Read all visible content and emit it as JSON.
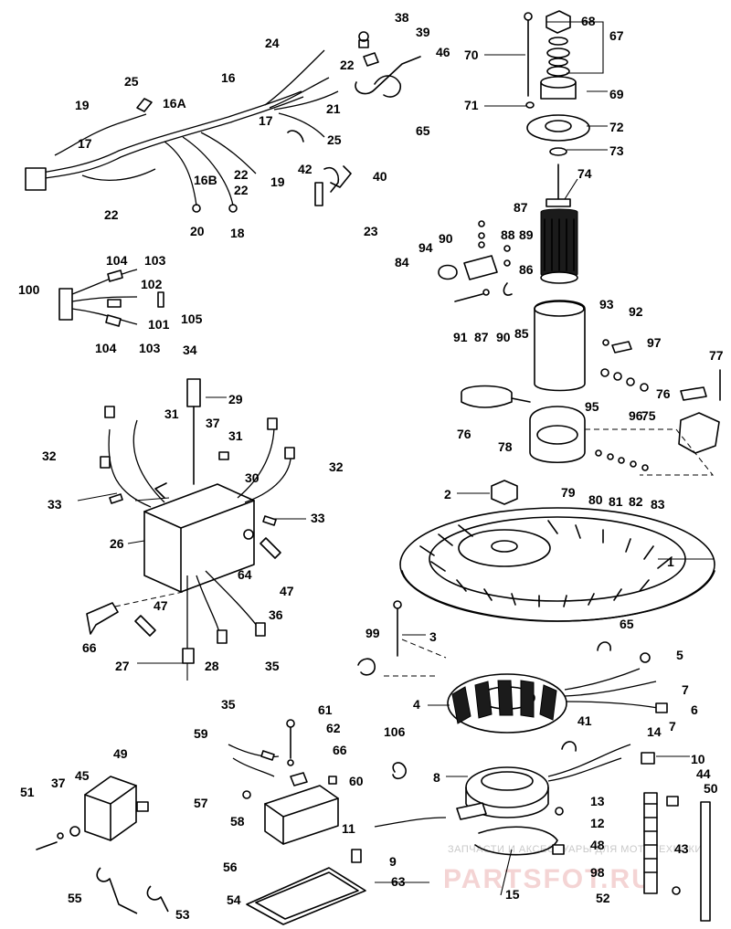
{
  "diagram": {
    "callouts": [
      "38",
      "68",
      "67",
      "39",
      "24",
      "70",
      "46",
      "22",
      "16",
      "25",
      "16A",
      "71",
      "69",
      "19",
      "21",
      "72",
      "17",
      "65",
      "25",
      "73",
      "17",
      "42",
      "40",
      "74",
      "19",
      "22",
      "16B",
      "22",
      "23",
      "22",
      "87",
      "20",
      "18",
      "90",
      "88",
      "89",
      "94",
      "84",
      "86",
      "104",
      "103",
      "102",
      "100",
      "105",
      "101",
      "93",
      "92",
      "91",
      "87",
      "90",
      "85",
      "104",
      "103",
      "97",
      "77",
      "34",
      "29",
      "95",
      "96",
      "76",
      "75",
      "31",
      "37",
      "31",
      "76",
      "78",
      "32",
      "32",
      "30",
      "79",
      "80",
      "81",
      "82",
      "83",
      "2",
      "33",
      "33",
      "26",
      "1",
      "64",
      "47",
      "47",
      "66",
      "36",
      "65",
      "99",
      "3",
      "27",
      "28",
      "35",
      "5",
      "7",
      "4",
      "6",
      "35",
      "7",
      "61",
      "41",
      "14",
      "59",
      "62",
      "106",
      "10",
      "66",
      "49",
      "60",
      "8",
      "45",
      "37",
      "57",
      "13",
      "44",
      "51",
      "58",
      "50",
      "12",
      "11",
      "56",
      "48",
      "43",
      "9",
      "98",
      "55",
      "54",
      "63",
      "53",
      "15",
      "52"
    ],
    "watermark": "ЗАПЧАСТИ И АКСЕССУАРЫ ДЛЯ МОТОТЕХНИКИ",
    "watermark_logo": "PARTSFOT.RU"
  }
}
